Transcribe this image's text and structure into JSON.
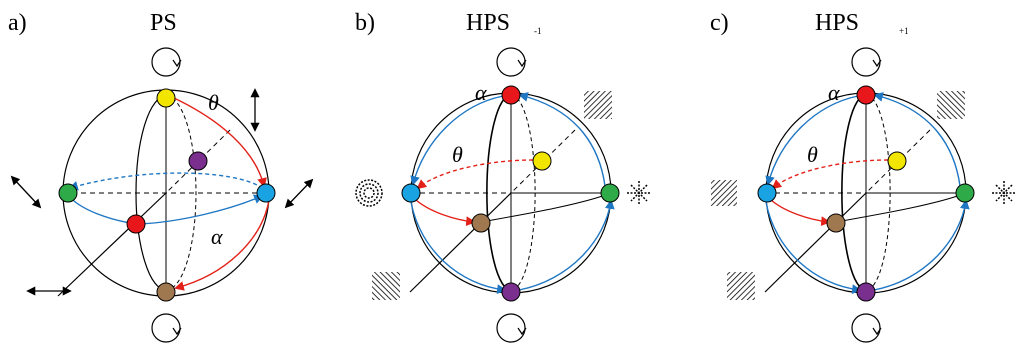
{
  "colors": {
    "blue_arrow": "#1f77c4",
    "red_arrow": "#e32119",
    "yellow": "#f2e600",
    "red": "#e8171b",
    "green": "#2faa48",
    "cyan": "#1aa3e2",
    "purple": "#7a2e8e",
    "brown": "#a07850"
  },
  "panels": [
    {
      "letter": "a)",
      "title": "PS",
      "subscript": "",
      "angle_theta": "θ",
      "angle_alpha": "α"
    },
    {
      "letter": "b)",
      "title": "HPS",
      "subscript": "-1",
      "angle_theta": "θ",
      "angle_alpha": "α"
    },
    {
      "letter": "c)",
      "title": "HPS",
      "subscript": "+1",
      "angle_theta": "θ",
      "angle_alpha": "α"
    }
  ],
  "icons": {
    "circular_polarization": "circular-arrow-icon",
    "linear_polarization": "double-headed-arrow-icon",
    "vector_beam_pattern": "polarization-pattern-icon"
  }
}
